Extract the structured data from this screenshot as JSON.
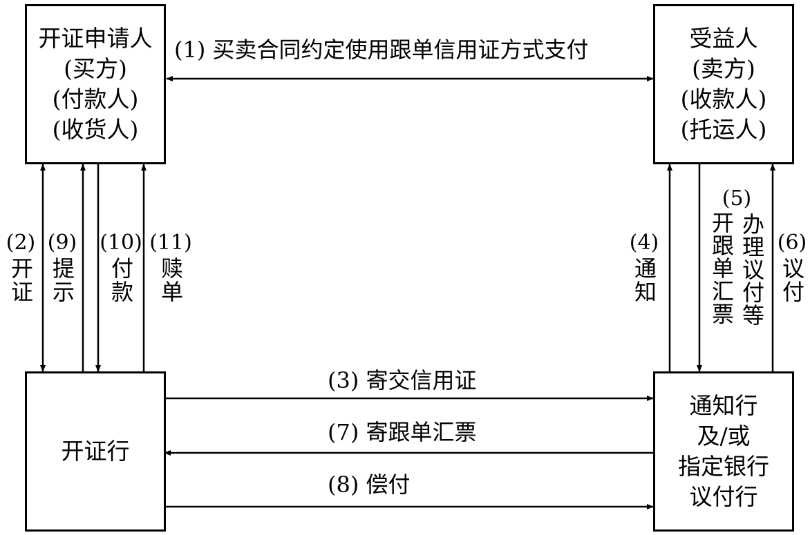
{
  "boxes": {
    "applicant": [
      "开证申请人",
      "(买方)",
      "(付款人)",
      "(收货人)"
    ],
    "beneficiary": [
      "受益人",
      "(卖方)",
      "(收款人)",
      "(托运人)"
    ],
    "issuing_bank": [
      "开证行"
    ],
    "advising_bank": [
      "通知行",
      "及/或",
      "指定银行",
      "议付行"
    ]
  },
  "flows": {
    "f1": "(1) 买卖合同约定使用跟单信用证方式支付",
    "f2": {
      "num": "(2)",
      "text": "开证"
    },
    "f3": "(3) 寄交信用证",
    "f4": {
      "num": "(4)",
      "text": "通知"
    },
    "f5": {
      "num": "(5)",
      "text_a": "办理议付等",
      "text_b": "开跟单汇票"
    },
    "f6": {
      "num": "(6)",
      "text": "议付"
    },
    "f7": "(7) 寄跟单汇票",
    "f8": "(8) 偿付",
    "f9": {
      "num": "(9)",
      "text": "提示"
    },
    "f10": {
      "num": "(10)",
      "text": "付款"
    },
    "f11": {
      "num": "(11)",
      "text": "赎单"
    }
  }
}
